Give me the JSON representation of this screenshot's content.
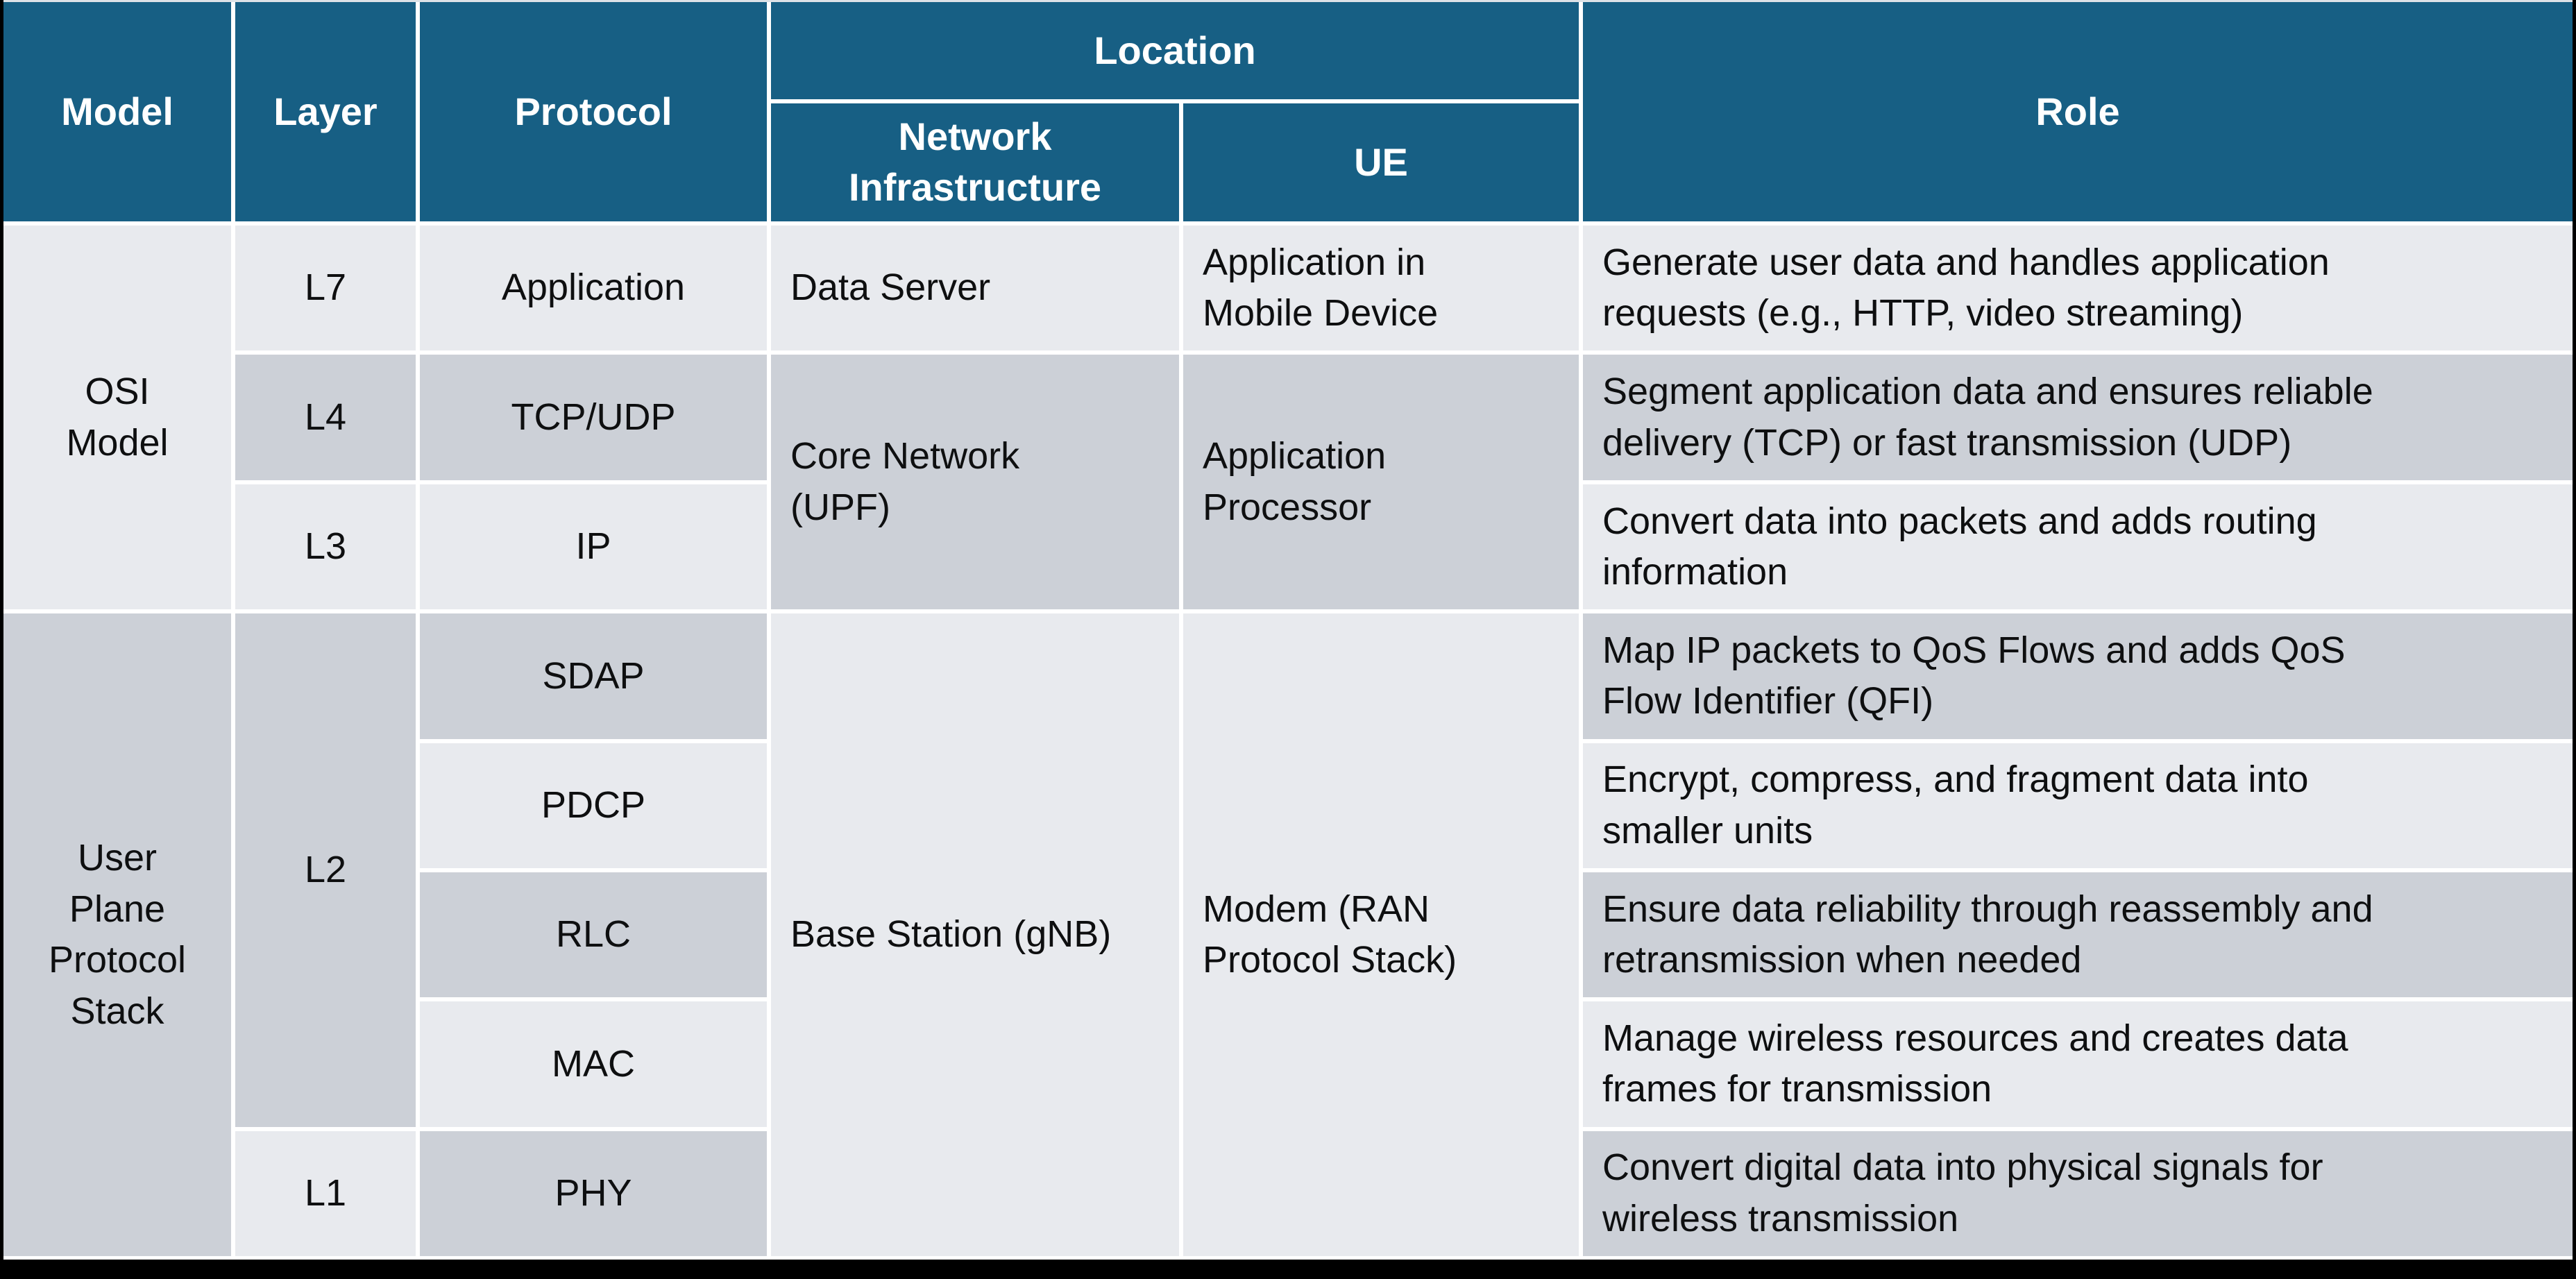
{
  "colors": {
    "header_teal": "#175f84",
    "row_light": "#e8eaee",
    "row_dark": "#ccd0d7",
    "gridline_white": "#ffffff",
    "frame_black": "#000000",
    "header_text": "#ffffff",
    "body_text": "#0e0f10"
  },
  "header": {
    "model": "Model",
    "layer": "Layer",
    "protocol": "Protocol",
    "location": "Location",
    "network_infrastructure": "Network\nInfrastructure",
    "ue": "UE",
    "role": "Role"
  },
  "body": {
    "models": {
      "osi": "OSI\nModel",
      "user_plane": "User\nPlane\nProtocol\nStack"
    },
    "layers": {
      "l7": "L7",
      "l4": "L4",
      "l3": "L3",
      "l2": "L2",
      "l1": "L1"
    },
    "protocols": {
      "application": "Application",
      "tcp_udp": "TCP/UDP",
      "ip": "IP",
      "sdap": "SDAP",
      "pdcp": "PDCP",
      "rlc": "RLC",
      "mac": "MAC",
      "phy": "PHY"
    },
    "network_infrastructure": {
      "data_server": "Data Server",
      "core_network": "Core Network\n(UPF)",
      "base_station": "Base Station (gNB)"
    },
    "ue": {
      "application_in_mobile_device": "Application in\nMobile Device",
      "application_processor": "Application\nProcessor",
      "modem": "Modem (RAN\nProtocol Stack)"
    },
    "roles": [
      "Generate user data and handles application\nrequests (e.g., HTTP, video streaming)",
      "Segment application data and ensures reliable\ndelivery (TCP) or fast transmission (UDP)",
      "Convert data into packets and adds routing\ninformation",
      "Map IP packets to QoS Flows and adds QoS\nFlow Identifier (QFI)",
      "Encrypt, compress, and fragment data into\nsmaller units",
      "Ensure data reliability through reassembly and\nretransmission when needed",
      "Manage wireless resources and creates data\nframes for transmission",
      "Convert digital data into physical signals for\nwireless transmission"
    ]
  }
}
